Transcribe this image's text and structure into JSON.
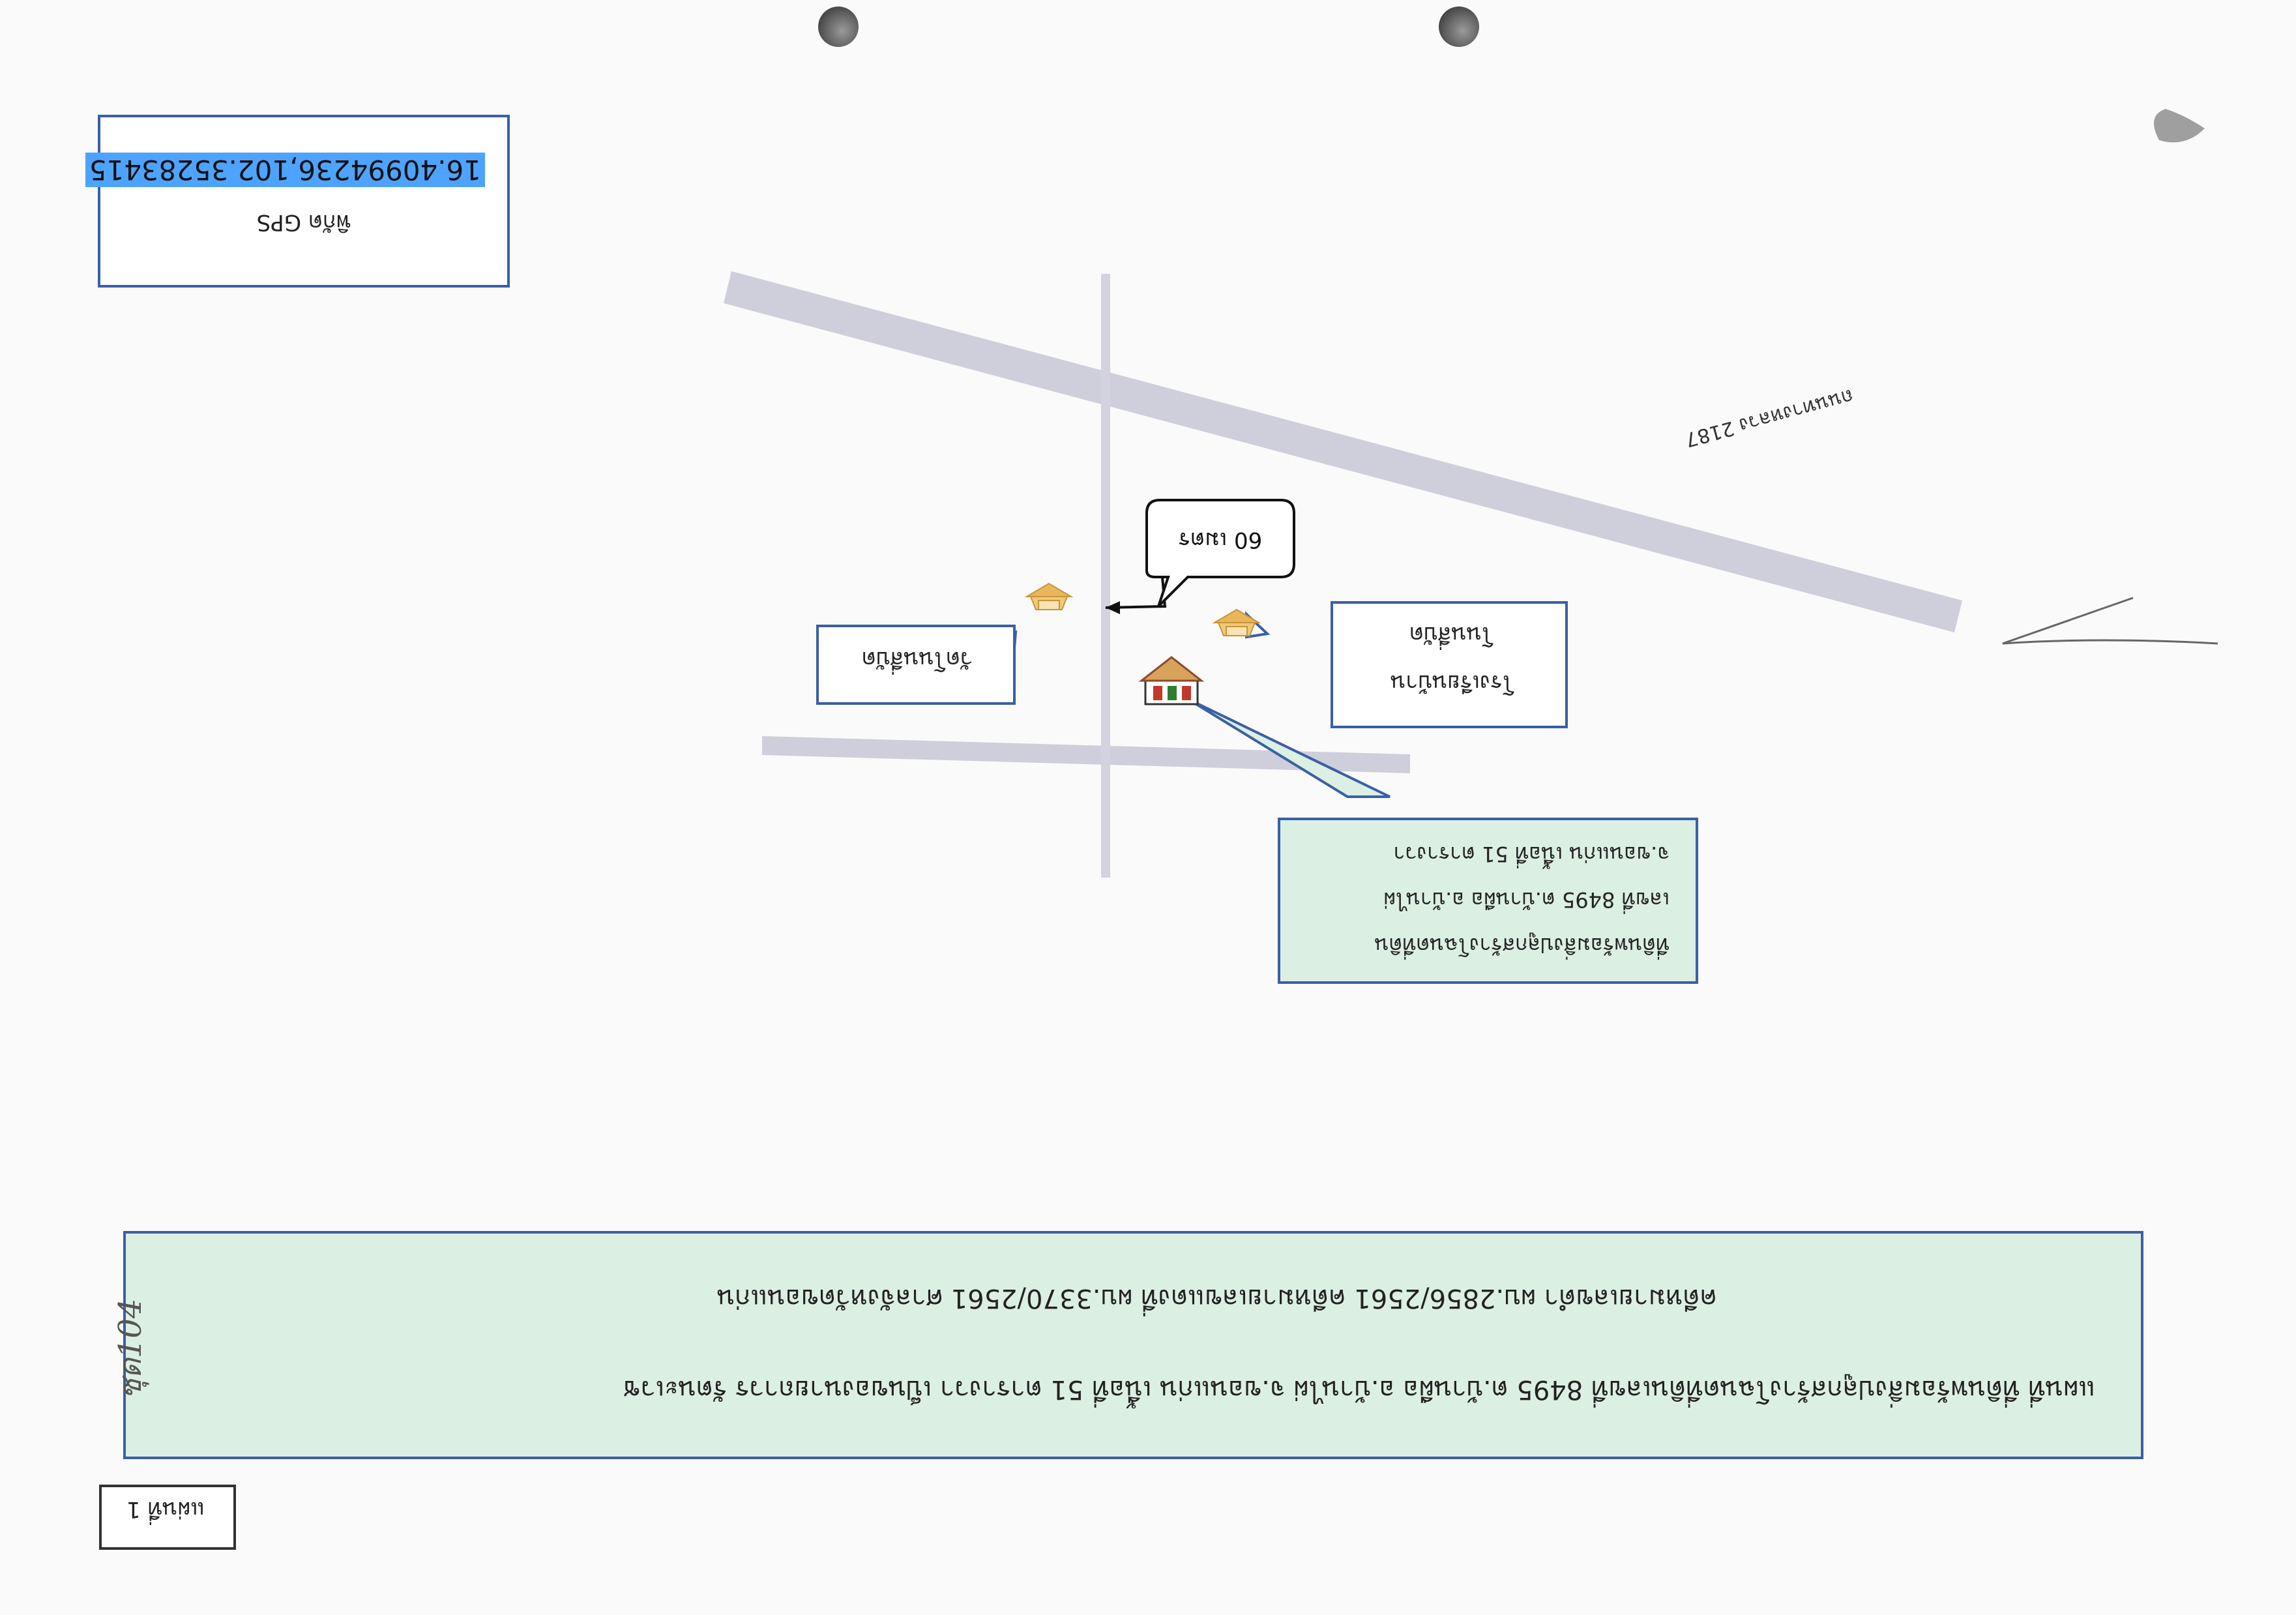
{
  "sheet_label": "แผ่นที่ 1",
  "gps": {
    "title": "พิกัด GPS",
    "value": "16.40994236,102.35283415"
  },
  "title_box": {
    "line1": "แผนที่ ที่ดินพร้อมสิ่งปลูกสร้างโฉนดที่ดินเลขที่ 8495 ต.บ้านผือ อ.บ้านไผ่ จ.ขอนแก่น เนื้อที่ 51 ตารางวา เป็นของนายถาวร รัตนะเวช",
    "line2": "คดีหมายเลขดำ ผบ.2856/2561 คดีหมายเลขแดงที่ ผบ.3370/2561 ศาลจังหวัดขอนแก่น"
  },
  "map": {
    "road_label": "ถนนทางหลวง 2187",
    "distance_label": "60 เมตร",
    "temple_label": "วัดโนนสี่บัด",
    "school_label_line1": "โรงเรียนบ้าน",
    "school_label_line2": "โนนสี่บัด",
    "property_lines": [
      "ที่ดินพร้อมสิ่งปลูกสร้างโฉนดที่ดิน",
      "เลขที่ 8495 ต.บ้านผือ อ.บ้านไผ่",
      "จ.ขอนแก่น เนื้อที่ 51 ตารางวา"
    ]
  },
  "handwritten_note": "ชุด104",
  "colors": {
    "road": "#cfcedb",
    "box_border": "#3b5fa7",
    "green_fill": "#dcefe3",
    "gps_highlight": "#4da3ff"
  }
}
